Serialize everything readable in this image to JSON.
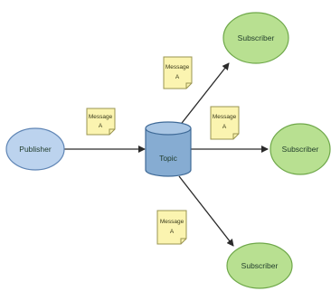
{
  "diagram": {
    "publisher": {
      "label": "Publisher"
    },
    "topic": {
      "label": "Topic"
    },
    "subscribers": [
      {
        "label": "Subscriber"
      },
      {
        "label": "Subscriber"
      },
      {
        "label": "Subscriber"
      }
    ],
    "messages": [
      {
        "line1": "Message",
        "line2": "A"
      },
      {
        "line1": "Message",
        "line2": "A"
      },
      {
        "line1": "Message",
        "line2": "A"
      },
      {
        "line1": "Message",
        "line2": "A"
      }
    ]
  },
  "colors": {
    "publisher_fill": "#bcd3ee",
    "publisher_stroke": "#5f85b5",
    "topic_fill": "#86acd2",
    "topic_stroke": "#3f6a97",
    "subscriber_fill": "#b8e091",
    "subscriber_stroke": "#6fa84a",
    "note_fill": "#fbf4b0",
    "note_stroke": "#9a9450",
    "arrow": "#2a2a2a"
  }
}
